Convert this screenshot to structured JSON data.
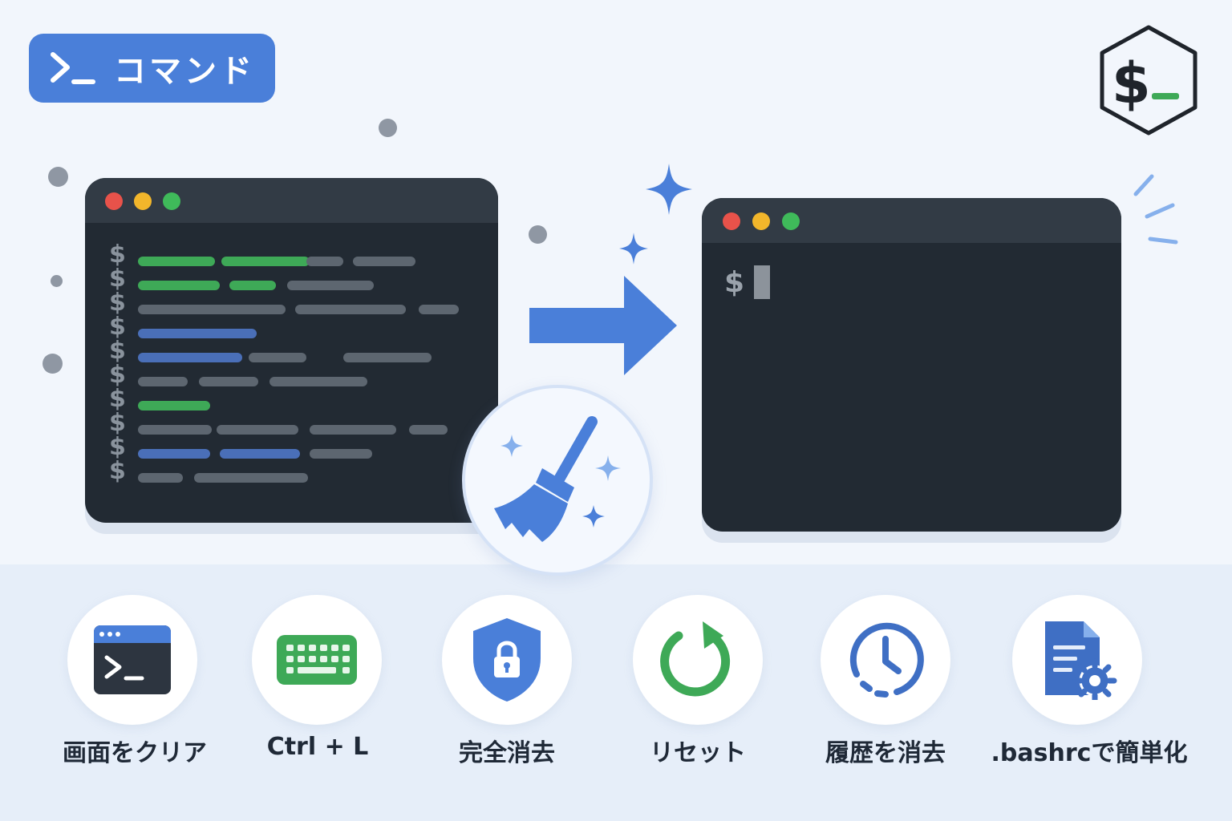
{
  "badge": {
    "label": "コマンド",
    "icon": "terminal-prompt-icon"
  },
  "logo": {
    "text": "$",
    "icon": "hexagon-shell-logo"
  },
  "colors": {
    "accent": "#4a7fd9",
    "green": "#3ea957",
    "terminal_bg": "#222a33",
    "titlebar": "#323b45",
    "red": "#e8524a",
    "yellow": "#f2b62b",
    "green_light": "#3fba5a"
  },
  "left_terminal": {
    "prompt_symbol": "$"
  },
  "right_terminal": {
    "prompt_symbol": "$"
  },
  "features": [
    {
      "label": "画面をクリア",
      "icon": "terminal-window-icon"
    },
    {
      "label": "Ctrl + L",
      "icon": "keyboard-icon"
    },
    {
      "label": "完全消去",
      "icon": "shield-lock-icon"
    },
    {
      "label": "リセット",
      "icon": "reset-arrow-icon"
    },
    {
      "label": "履歴を消去",
      "icon": "history-clock-icon"
    },
    {
      "label": ".bashrcで簡単化",
      "icon": "settings-document-icon"
    }
  ]
}
